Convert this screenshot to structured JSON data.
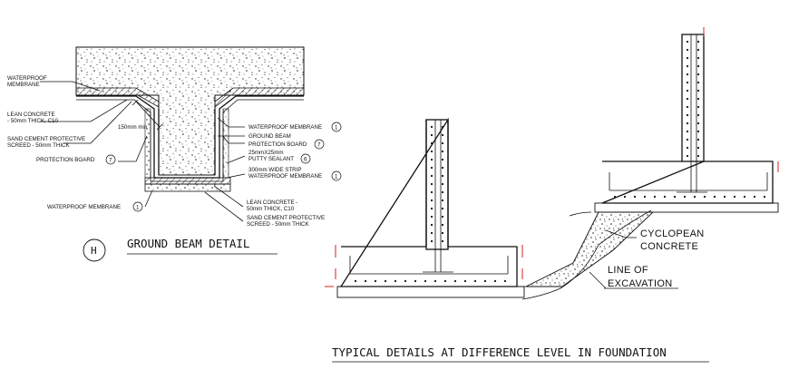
{
  "ground_beam": {
    "title": "GROUND BEAM DETAIL",
    "marker": "H",
    "labels": {
      "waterproof_membrane_top_1": "WATERPROOF",
      "waterproof_membrane_top_2": "MEMBRANE",
      "lean_concrete_1": "LEAN CONCRETE",
      "lean_concrete_2": "- 50mm THICK, C10",
      "sand_cement_1": "SAND CEMENT PROTECTIVE",
      "sand_cement_2": "SCREED - 50mm THICK",
      "protection_board_left": "PROTECTION BOARD",
      "protection_board_left_num": "7",
      "dim_150": "150mm min",
      "waterproof_membrane_bottom": "WATERPROOF MEMBRANE",
      "waterproof_membrane_bottom_num": "1",
      "r_waterproof_membrane": "WATERPROOF MEMBRANE",
      "r_waterproof_membrane_num": "1",
      "r_ground_beam": "GROUND BEAM",
      "r_protection_board": "PROTECTION BOARD",
      "r_protection_board_num": "7",
      "r_putty_1": "25mmX25mm",
      "r_putty_2": "PUTTY SEALANT",
      "r_putty_num": "6",
      "r_strip_1": "300mm WIDE STRIP",
      "r_strip_2": "WATERPROOF MEMBRANE",
      "r_strip_num": "1",
      "r_lean_1": "LEAN CONCRETE -",
      "r_lean_2": "50mm THICK, C10",
      "r_sand_1": "SAND CEMENT PROTECTIVE",
      "r_sand_2": "SCREED - 50mm THICK"
    }
  },
  "foundation": {
    "title": "TYPICAL DETAILS AT DIFFERENCE LEVEL IN FOUNDATION",
    "cyclopean_1": "CYCLOPEAN",
    "cyclopean_2": "CONCRETE",
    "excavation_1": "LINE OF",
    "excavation_2": "EXCAVATION"
  },
  "colors": {
    "line": "#111111",
    "marker_red": "#d42020"
  }
}
